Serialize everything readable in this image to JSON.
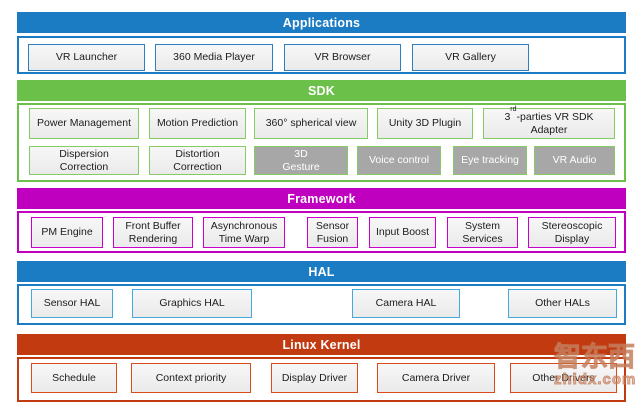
{
  "colors": {
    "blue_header": "#1b7cc4",
    "blue_box_border": "#2e7fc1",
    "hal_box_border": "#44aadd",
    "green_header": "#6bc04a",
    "green_box_border": "#86cb64",
    "magenta_header": "#bf00bf",
    "magenta_box_border": "#cc00cc",
    "red_header": "#c23a10",
    "red_box_border": "#d94c1a",
    "gray_box_fill": "#a7a7a7",
    "light_box_fill": "#f2f2f2"
  },
  "layers": {
    "applications": {
      "title": "Applications",
      "boxes": [
        "VR Launcher",
        "360 Media Player",
        "VR Browser",
        "VR Gallery"
      ]
    },
    "sdk": {
      "title": "SDK",
      "row1": [
        "Power Management",
        "Motion Prediction",
        "360° spherical view",
        "Unity 3D Plugin"
      ],
      "third_party": {
        "pre": "3",
        "sup": "rd",
        "rest": "-parties VR SDK\nAdapter"
      },
      "row2": [
        "Dispersion\nCorrection",
        "Distortion\nCorrection",
        "3D\nGesture",
        "Voice control",
        "Eye tracking",
        "VR Audio"
      ]
    },
    "framework": {
      "title": "Framework",
      "boxes": [
        "PM Engine",
        "Front Buffer\nRendering",
        "Asynchronous\nTime Warp",
        "Sensor\nFusion",
        "Input Boost",
        "System\nServices",
        "Stereoscopic\nDisplay"
      ]
    },
    "hal": {
      "title": "HAL",
      "boxes": [
        "Sensor HAL",
        "Graphics HAL",
        "Camera HAL",
        "Other HALs"
      ]
    },
    "kernel": {
      "title": "Linux Kernel",
      "boxes": [
        "Schedule",
        "Context priority",
        "Display Driver",
        "Camera Driver",
        "Other Drivers"
      ]
    }
  },
  "watermark": {
    "logo": "智东西",
    "site": "zhidx.com"
  }
}
